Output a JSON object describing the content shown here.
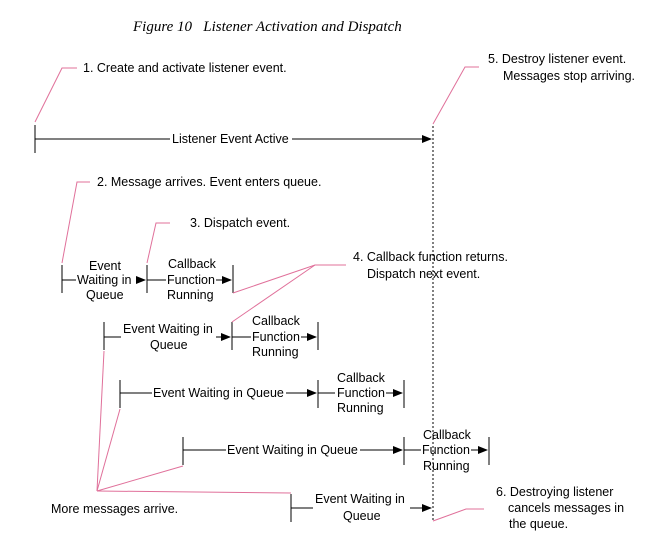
{
  "figure": {
    "title": "Figure 10   Listener Activation and Dispatch"
  },
  "labels": {
    "step1": "1. Create and activate listener event.",
    "step2": "2. Message arrives. Event enters queue.",
    "step3": "3. Dispatch event.",
    "step4_line1": "4. Callback function returns.",
    "step4_line2": "Dispatch next event.",
    "step5_line1": "5. Destroy listener event.",
    "step5_line2": "Messages stop arriving.",
    "step6_line1": "6. Destroying listener",
    "step6_line2": "cancels messages in",
    "step6_line3": "the queue.",
    "listener_active": "Listener Event Active",
    "more_messages": "More messages arrive.",
    "event": "Event",
    "waiting_in": "Waiting in",
    "queue": "Queue",
    "event_waiting_in": "Event Waiting in",
    "event_waiting_in_queue": "Event Waiting in Queue",
    "callback": "Callback",
    "function": "Function",
    "running": "Running"
  },
  "colors": {
    "leader": "#e0709a",
    "timeline": "#000000"
  }
}
